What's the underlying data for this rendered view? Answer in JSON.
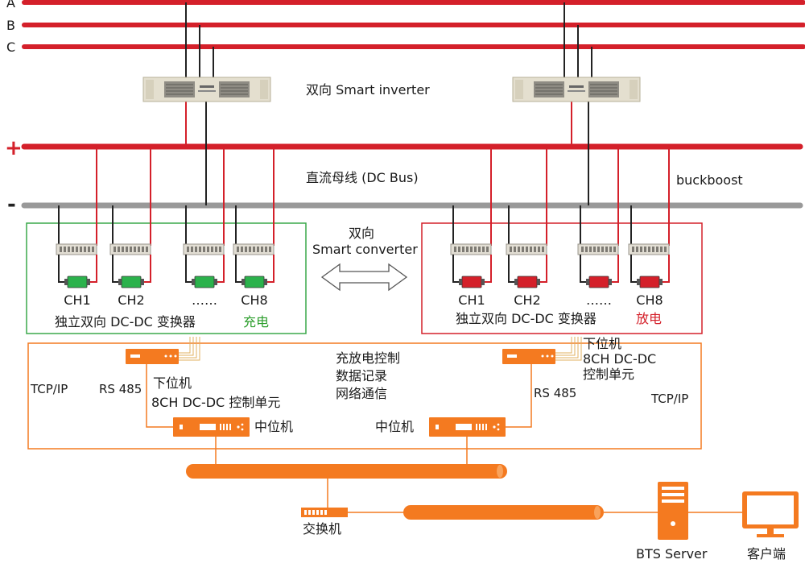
{
  "phases": [
    "A",
    "B",
    "C"
  ],
  "bus": {
    "plus_sign": "+",
    "minus_sign": "-",
    "dc_bus_label": "直流母线 (DC Bus)",
    "buckboost_label": "buckboost"
  },
  "inverter": {
    "label": "双向 Smart inverter"
  },
  "converter": {
    "label_line1": "双向",
    "label_line2": "Smart converter"
  },
  "charge_group": {
    "channels": [
      "CH1",
      "CH2",
      "……",
      "CH8"
    ],
    "title": "独立双向 DC-DC 变换器",
    "mode": "充电",
    "mode_color": "#2a9d2a",
    "battery_color": "#2bb24c"
  },
  "discharge_group": {
    "channels": [
      "CH1",
      "CH2",
      "……",
      "CH8"
    ],
    "title": "独立双向 DC-DC 变换器",
    "mode": "放电",
    "mode_color": "#d4202a",
    "battery_color": "#d4202a"
  },
  "control": {
    "functions": [
      "充放电控制",
      "数据记录",
      "网络通信"
    ],
    "left_tcp": "TCP/IP",
    "left_rs485": "RS 485",
    "left_lower_line1": "下位机",
    "left_lower_line2": "8CH DC-DC 控制单元",
    "left_middle": "中位机",
    "right_lower_line1": "下位机",
    "right_lower_line2": "8CH  DC-DC",
    "right_lower_line3": "控制单元",
    "right_rs485": "RS 485",
    "right_tcp": "TCP/IP",
    "right_middle": "中位机"
  },
  "network": {
    "switch_label": "交换机",
    "server_label": "BTS Server",
    "client_label": "客户端"
  },
  "colors": {
    "ac_line": "#d4202a",
    "dc_minus": "#999999",
    "orange": "#f47a20",
    "green_box": "#3aa84a",
    "red_box": "#d4202a"
  }
}
